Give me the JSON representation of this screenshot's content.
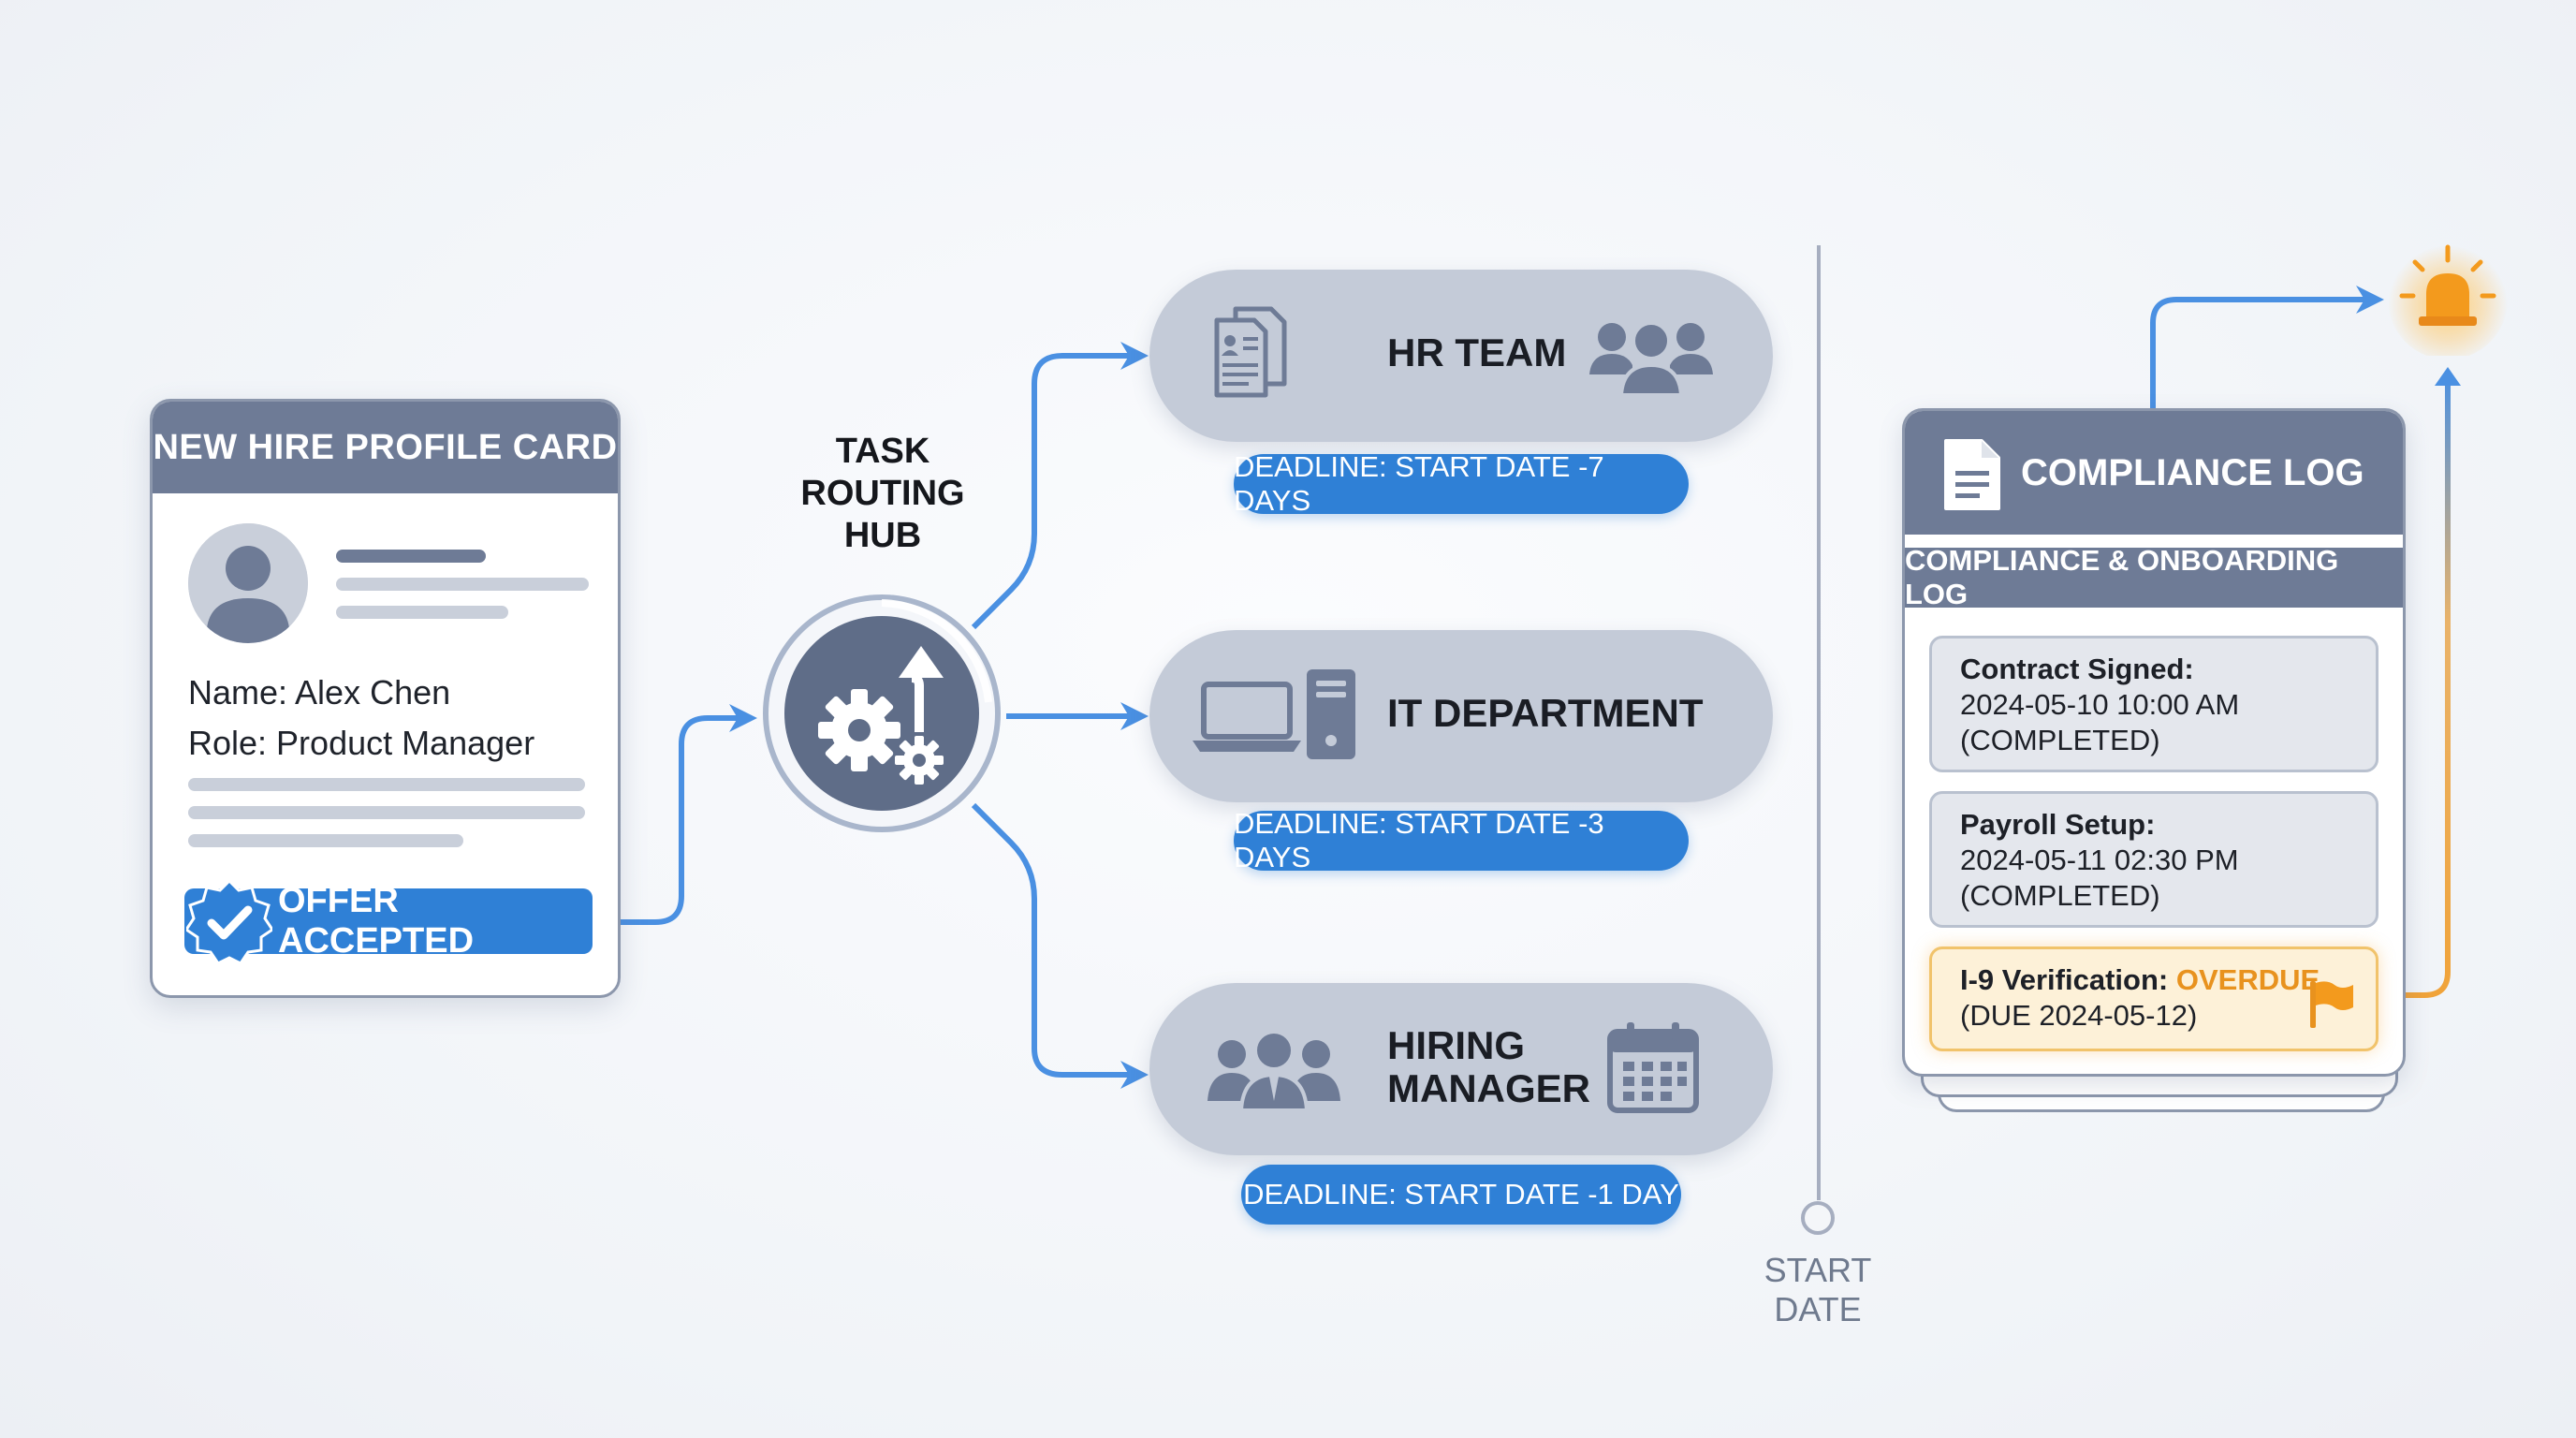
{
  "profile_card": {
    "title": "NEW HIRE PROFILE CARD",
    "name": "Name: Alex Chen",
    "role": "Role: Product Manager",
    "offer_status": "OFFER ACCEPTED"
  },
  "hub": {
    "title_lines": [
      "TASK",
      "ROUTING",
      "HUB"
    ]
  },
  "departments": [
    {
      "label": "HR TEAM",
      "deadline": "DEADLINE: START DATE -7 DAYS"
    },
    {
      "label": "IT DEPARTMENT",
      "deadline": "DEADLINE: START DATE -3 DAYS"
    },
    {
      "label_lines": [
        "HIRING",
        "MANAGER"
      ],
      "deadline": "DEADLINE: START DATE -1 DAY"
    }
  ],
  "timeline": {
    "start_label": "START DATE"
  },
  "compliance": {
    "title": "COMPLIANCE LOG",
    "subtitle": "COMPLIANCE & ONBOARDING LOG",
    "entries": [
      {
        "label": "Contract Signed:",
        "timestamp": "2024-05-10 10:00 AM",
        "status": "(COMPLETED)"
      },
      {
        "label": "Payroll Setup:",
        "timestamp": "2024-05-11 02:30 PM",
        "status": "(COMPLETED)"
      },
      {
        "label": "I-9 Verification:",
        "status": "OVERDUE",
        "due": "(DUE 2024-05-12)"
      }
    ]
  },
  "colors": {
    "accent_blue": "#2f80d6",
    "header_slate": "#6e7b96",
    "pill_gray": "#c4cbd8",
    "warning_orange": "#f39a1d"
  },
  "icons": [
    "user-avatar-icon",
    "verified-check-icon",
    "gears-arrow-icon",
    "documents-icon",
    "people-group-icon",
    "laptop-icon",
    "server-tower-icon",
    "manager-group-icon",
    "calendar-icon",
    "document-icon",
    "flag-icon",
    "alarm-beacon-icon"
  ]
}
